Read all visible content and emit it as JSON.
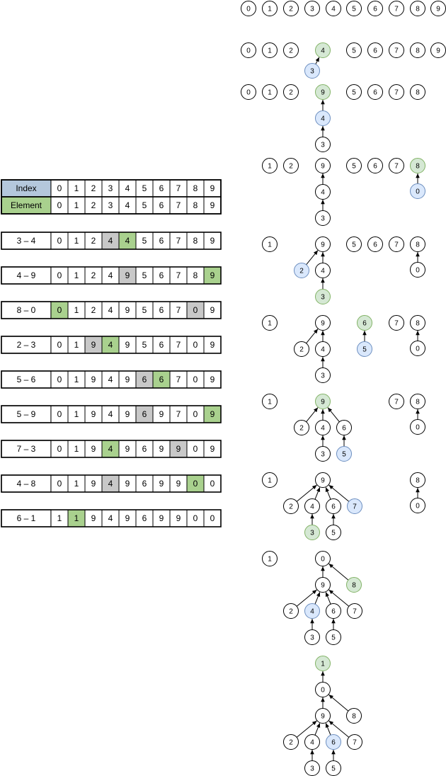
{
  "colors": {
    "index_header": "#b4c7dc",
    "element_header": "#a9d18e",
    "hl_green": "#a9d18e",
    "hl_gray": "#c8c8c8",
    "node_green": "#d5e8d4",
    "node_green_stroke": "#82b366",
    "node_blue": "#dae8fc",
    "node_blue_stroke": "#6c8ebf",
    "node_default": "#ffffff",
    "stroke": "#000000"
  },
  "table": {
    "header": {
      "index_label": "Index",
      "element_label": "Element",
      "index": [
        "0",
        "1",
        "2",
        "3",
        "4",
        "5",
        "6",
        "7",
        "8",
        "9"
      ],
      "element": [
        "0",
        "1",
        "2",
        "3",
        "4",
        "5",
        "6",
        "7",
        "8",
        "9"
      ]
    },
    "steps": [
      {
        "label": "3 – 4",
        "values": [
          "0",
          "1",
          "2",
          "4",
          "4",
          "5",
          "6",
          "7",
          "8",
          "9"
        ],
        "gray": [
          3
        ],
        "green": [
          4
        ]
      },
      {
        "label": "4 – 9",
        "values": [
          "0",
          "1",
          "2",
          "4",
          "9",
          "5",
          "6",
          "7",
          "8",
          "9"
        ],
        "gray": [
          4
        ],
        "green": [
          9
        ]
      },
      {
        "label": "8 – 0",
        "values": [
          "0",
          "1",
          "2",
          "4",
          "9",
          "5",
          "6",
          "7",
          "0",
          "9"
        ],
        "gray": [
          8
        ],
        "green": [
          0
        ]
      },
      {
        "label": "2 – 3",
        "values": [
          "0",
          "1",
          "9",
          "4",
          "9",
          "5",
          "6",
          "7",
          "0",
          "9"
        ],
        "gray": [
          2
        ],
        "green": [
          3
        ]
      },
      {
        "label": "5 – 6",
        "values": [
          "0",
          "1",
          "9",
          "4",
          "9",
          "6",
          "6",
          "7",
          "0",
          "9"
        ],
        "gray": [
          5
        ],
        "green": [
          6
        ]
      },
      {
        "label": "5 – 9",
        "values": [
          "0",
          "1",
          "9",
          "4",
          "9",
          "6",
          "9",
          "7",
          "0",
          "9"
        ],
        "gray": [
          5
        ],
        "green": [
          9
        ]
      },
      {
        "label": "7 – 3",
        "values": [
          "0",
          "1",
          "9",
          "4",
          "9",
          "6",
          "9",
          "9",
          "0",
          "9"
        ],
        "gray": [
          7
        ],
        "green": [
          3
        ]
      },
      {
        "label": "4 – 8",
        "values": [
          "0",
          "1",
          "9",
          "4",
          "9",
          "6",
          "9",
          "9",
          "0",
          "0"
        ],
        "gray": [
          3
        ],
        "green": [
          8
        ]
      },
      {
        "label": "6 – 1",
        "values": [
          "1",
          "1",
          "9",
          "4",
          "9",
          "6",
          "9",
          "9",
          "0",
          "0"
        ],
        "gray": [],
        "green": [
          1
        ]
      }
    ]
  },
  "forests": [
    {
      "nodes": [
        {
          "l": "0",
          "c": "w"
        },
        {
          "l": "1",
          "c": "w"
        },
        {
          "l": "2",
          "c": "w"
        },
        {
          "l": "3",
          "c": "w"
        },
        {
          "l": "4",
          "c": "w"
        },
        {
          "l": "5",
          "c": "w"
        },
        {
          "l": "6",
          "c": "w"
        },
        {
          "l": "7",
          "c": "w"
        },
        {
          "l": "8",
          "c": "w"
        },
        {
          "l": "9",
          "c": "w"
        }
      ],
      "edges": []
    },
    {
      "nodes": [
        {
          "l": "0",
          "c": "w"
        },
        {
          "l": "1",
          "c": "w"
        },
        {
          "l": "2",
          "c": "w"
        },
        {
          "l": "4",
          "c": "g"
        },
        {
          "l": "3",
          "c": "b"
        },
        {
          "l": "5",
          "c": "w"
        },
        {
          "l": "6",
          "c": "w"
        },
        {
          "l": "7",
          "c": "w"
        },
        {
          "l": "8",
          "c": "w"
        },
        {
          "l": "9",
          "c": "w"
        }
      ],
      "edges": [
        [
          4,
          3
        ]
      ]
    },
    {
      "nodes": [
        {
          "l": "0",
          "c": "w"
        },
        {
          "l": "1",
          "c": "w"
        },
        {
          "l": "2",
          "c": "w"
        },
        {
          "l": "9",
          "c": "g"
        },
        {
          "l": "4",
          "c": "b"
        },
        {
          "l": "3",
          "c": "w"
        },
        {
          "l": "5",
          "c": "w"
        },
        {
          "l": "6",
          "c": "w"
        },
        {
          "l": "7",
          "c": "w"
        },
        {
          "l": "8",
          "c": "w"
        }
      ],
      "edges": [
        [
          4,
          3
        ],
        [
          5,
          4
        ]
      ]
    },
    {
      "nodes": [
        {
          "l": "1",
          "c": "w"
        },
        {
          "l": "2",
          "c": "w"
        },
        {
          "l": "9",
          "c": "w"
        },
        {
          "l": "4",
          "c": "w"
        },
        {
          "l": "3",
          "c": "w"
        },
        {
          "l": "5",
          "c": "w"
        },
        {
          "l": "6",
          "c": "w"
        },
        {
          "l": "7",
          "c": "w"
        },
        {
          "l": "8",
          "c": "g"
        },
        {
          "l": "0",
          "c": "b"
        }
      ],
      "edges": [
        [
          3,
          2
        ],
        [
          4,
          3
        ],
        [
          9,
          8
        ]
      ]
    },
    {
      "nodes": [
        {
          "l": "1",
          "c": "w"
        },
        {
          "l": "9",
          "c": "w"
        },
        {
          "l": "2",
          "c": "b"
        },
        {
          "l": "4",
          "c": "w"
        },
        {
          "l": "3",
          "c": "g"
        },
        {
          "l": "5",
          "c": "w"
        },
        {
          "l": "6",
          "c": "w"
        },
        {
          "l": "7",
          "c": "w"
        },
        {
          "l": "8",
          "c": "w"
        },
        {
          "l": "0",
          "c": "w"
        }
      ],
      "edges": [
        [
          2,
          1
        ],
        [
          3,
          1
        ],
        [
          4,
          3
        ],
        [
          9,
          8
        ]
      ]
    },
    {
      "nodes": [
        {
          "l": "1",
          "c": "w"
        },
        {
          "l": "9",
          "c": "w"
        },
        {
          "l": "2",
          "c": "w"
        },
        {
          "l": "4",
          "c": "w"
        },
        {
          "l": "3",
          "c": "w"
        },
        {
          "l": "6",
          "c": "g"
        },
        {
          "l": "5",
          "c": "b"
        },
        {
          "l": "7",
          "c": "w"
        },
        {
          "l": "8",
          "c": "w"
        },
        {
          "l": "0",
          "c": "w"
        }
      ],
      "edges": [
        [
          2,
          1
        ],
        [
          3,
          1
        ],
        [
          4,
          3
        ],
        [
          6,
          5
        ],
        [
          9,
          8
        ]
      ]
    },
    {
      "nodes": [
        {
          "l": "1",
          "c": "w"
        },
        {
          "l": "9",
          "c": "g"
        },
        {
          "l": "2",
          "c": "w"
        },
        {
          "l": "4",
          "c": "w"
        },
        {
          "l": "6",
          "c": "w"
        },
        {
          "l": "3",
          "c": "w"
        },
        {
          "l": "5",
          "c": "b"
        },
        {
          "l": "7",
          "c": "w"
        },
        {
          "l": "8",
          "c": "w"
        },
        {
          "l": "0",
          "c": "w"
        }
      ],
      "edges": [
        [
          2,
          1
        ],
        [
          3,
          1
        ],
        [
          4,
          1
        ],
        [
          5,
          3
        ],
        [
          6,
          4
        ],
        [
          9,
          8
        ]
      ]
    },
    {
      "nodes": [
        {
          "l": "1",
          "c": "w"
        },
        {
          "l": "9",
          "c": "w"
        },
        {
          "l": "2",
          "c": "w"
        },
        {
          "l": "4",
          "c": "w"
        },
        {
          "l": "6",
          "c": "w"
        },
        {
          "l": "7",
          "c": "b"
        },
        {
          "l": "3",
          "c": "g"
        },
        {
          "l": "5",
          "c": "w"
        },
        {
          "l": "8",
          "c": "w"
        },
        {
          "l": "0",
          "c": "w"
        }
      ],
      "edges": [
        [
          2,
          1
        ],
        [
          3,
          1
        ],
        [
          4,
          1
        ],
        [
          5,
          1
        ],
        [
          6,
          3
        ],
        [
          7,
          4
        ],
        [
          9,
          8
        ]
      ]
    },
    {
      "nodes": [
        {
          "l": "1",
          "c": "w"
        },
        {
          "l": "0",
          "c": "w"
        },
        {
          "l": "9",
          "c": "w"
        },
        {
          "l": "8",
          "c": "g"
        },
        {
          "l": "2",
          "c": "w"
        },
        {
          "l": "4",
          "c": "b"
        },
        {
          "l": "6",
          "c": "w"
        },
        {
          "l": "7",
          "c": "w"
        },
        {
          "l": "3",
          "c": "w"
        },
        {
          "l": "5",
          "c": "w"
        }
      ],
      "edges": [
        [
          2,
          1
        ],
        [
          3,
          1
        ],
        [
          4,
          2
        ],
        [
          5,
          2
        ],
        [
          6,
          2
        ],
        [
          7,
          2
        ],
        [
          8,
          5
        ],
        [
          9,
          6
        ]
      ]
    },
    {
      "nodes": [
        {
          "l": "1",
          "c": "g"
        },
        {
          "l": "0",
          "c": "w"
        },
        {
          "l": "9",
          "c": "w"
        },
        {
          "l": "8",
          "c": "w"
        },
        {
          "l": "2",
          "c": "w"
        },
        {
          "l": "4",
          "c": "w"
        },
        {
          "l": "6",
          "c": "b"
        },
        {
          "l": "7",
          "c": "w"
        },
        {
          "l": "3",
          "c": "w"
        },
        {
          "l": "5",
          "c": "w"
        }
      ],
      "edges": [
        [
          1,
          0
        ],
        [
          2,
          1
        ],
        [
          3,
          1
        ],
        [
          4,
          2
        ],
        [
          5,
          2
        ],
        [
          6,
          2
        ],
        [
          7,
          2
        ],
        [
          8,
          5
        ],
        [
          9,
          6
        ]
      ]
    }
  ]
}
